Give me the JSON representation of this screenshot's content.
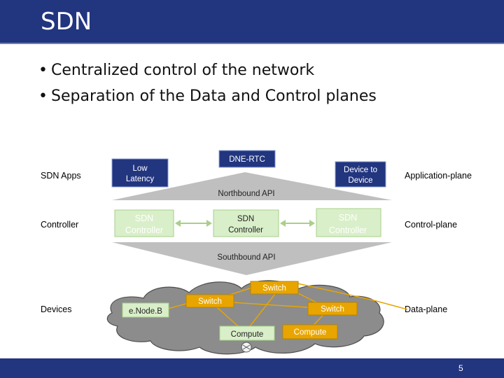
{
  "slide": {
    "title": "SDN",
    "bullets": [
      "Centralized control of the network",
      "Separation of the Data and Control planes"
    ],
    "page_number": "5"
  },
  "layers": {
    "left": [
      "SDN Apps",
      "Controller",
      "Devices"
    ],
    "right": [
      "Application-plane",
      "Control-plane",
      "Data-plane"
    ]
  },
  "apps": {
    "low_latency": [
      "Low",
      "Latency"
    ],
    "dne_rtc": "DNE-RTC",
    "device_to_device": [
      "Device to",
      "Device"
    ],
    "northbound_api": "Northbound API"
  },
  "control": {
    "left_controller": [
      "SDN",
      "Controller"
    ],
    "center_controller": [
      "SDN",
      "Controller"
    ],
    "right_controller": [
      "SDN",
      "Controller"
    ],
    "southbound_api": "Southbound API"
  },
  "devices": {
    "enodeb": "e.Node.B",
    "switch_top": "Switch",
    "switch_left": "Switch",
    "switch_right": "Switch",
    "compute_left": "Compute",
    "compute_right": "Compute"
  },
  "colors": {
    "header": "#22357f",
    "box_fill": "#d9efc9",
    "box_border": "#a9cf89",
    "api_band": "#bfbfbf",
    "cloud": "#8c8c8c",
    "link": "#e8a500"
  }
}
